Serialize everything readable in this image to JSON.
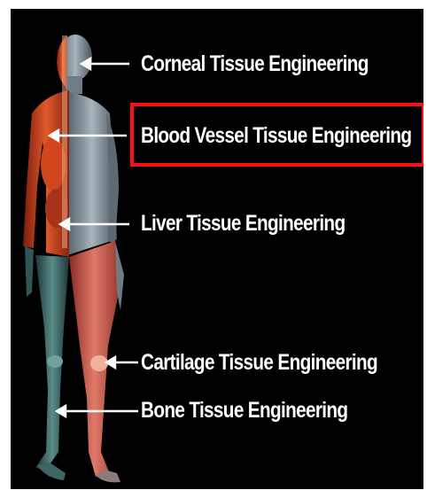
{
  "labels": {
    "corneal": "Corneal Tissue Engineering",
    "blood_vessel": "Blood Vessel Tissue Engineering",
    "liver": "Liver Tissue Engineering",
    "cartilage": "Cartilage Tissue Engineering",
    "bone": "Bone Tissue Engineering"
  },
  "colors": {
    "background": "#000000",
    "label_text": "#ffffff",
    "highlight": "#ff1010",
    "muscle": "#c8401a",
    "skin": "#7f8f98",
    "skeleton": "#3f6f6f"
  }
}
